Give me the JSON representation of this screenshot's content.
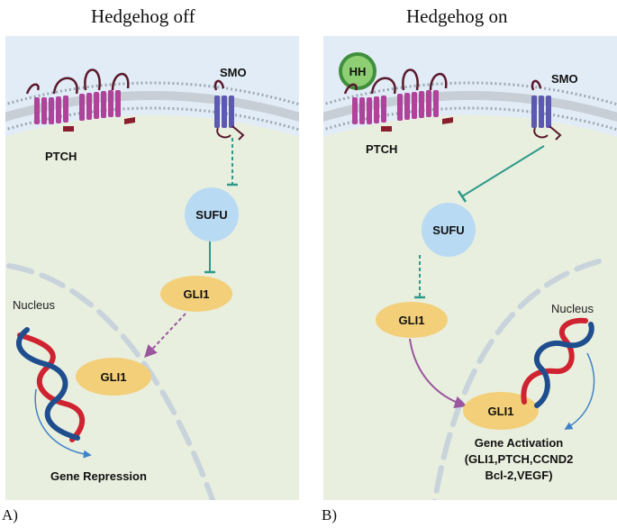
{
  "panels": [
    {
      "title": "Hedgehog off",
      "letter": "A)",
      "labels": {
        "ptch": "PTCH",
        "smo": "SMO",
        "sufu": "SUFU",
        "gli1_cytoplasm": "GLI1",
        "gli1_nucleus": "GLI1",
        "nucleus": "Nucleus",
        "outcome": "Gene Repression"
      }
    },
    {
      "title": "Hedgehog on",
      "letter": "B)",
      "labels": {
        "hh": "HH",
        "ptch": "PTCH",
        "smo": "SMO",
        "sufu": "SUFU",
        "gli1_cytoplasm": "GLI1",
        "gli1_nucleus": "GLI1",
        "nucleus": "Nucleus",
        "outcome_title": "Gene Activation",
        "outcome_line1": "(GLI1,PTCH,CCND2",
        "outcome_line2": "Bcl-2,VEGF)"
      }
    }
  ],
  "colors": {
    "extracellular": "#e2ecf7",
    "cytoplasm": "#e9efdf",
    "membrane_head": "#9ba7b3",
    "ptch": "#b0429a",
    "ptch_loop": "#5a1a2c",
    "smo": "#5c59b0",
    "sufu": "#b9daf3",
    "gli1": "#f2cf78",
    "inhibition_arrow": "#2e9a8a",
    "activation_arrow": "#9a569e",
    "dna_red": "#cf2331",
    "dna_blue": "#1f4e8e",
    "gene_arrow": "#3f83c7",
    "hh_ring": "#3f8f3f",
    "hh_fill": "#8fcf73"
  }
}
